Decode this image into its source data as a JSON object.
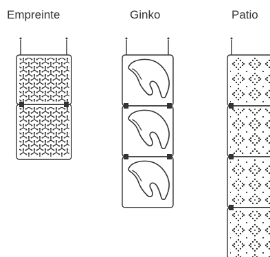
{
  "products": [
    {
      "name": "Empreinte",
      "panels": 2,
      "pattern": "tripod-motif"
    },
    {
      "name": "Ginko",
      "panels": 3,
      "pattern": "ginkgo-leaf-outline"
    },
    {
      "name": "Patio",
      "panels": 4,
      "pattern": "diamond-dot-lattice"
    }
  ],
  "colors": {
    "stroke": "#333333",
    "background": "#ffffff"
  }
}
